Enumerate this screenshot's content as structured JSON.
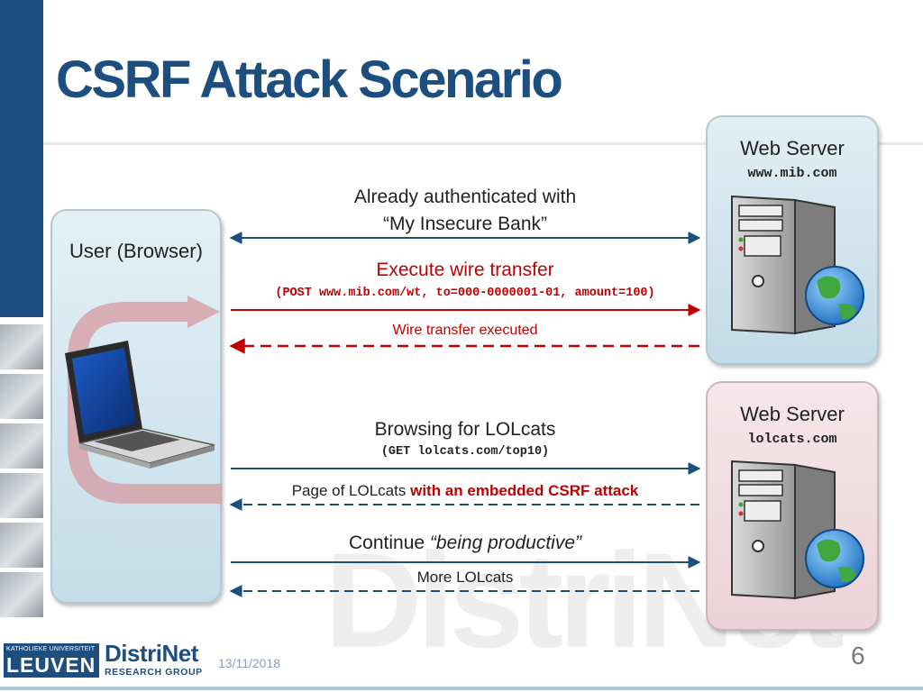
{
  "slide": {
    "title": "CSRF Attack Scenario",
    "date": "13/11/2018",
    "page_number": "6",
    "watermark": "DistriNet"
  },
  "actors": {
    "user": {
      "label": "User (Browser)"
    },
    "server_bank": {
      "title": "Web Server",
      "host": "www.mib.com"
    },
    "server_lolcats": {
      "title": "Web Server",
      "host": "lolcats.com"
    }
  },
  "messages": {
    "auth_line1": "Already authenticated with",
    "auth_line2": "“My Insecure Bank”",
    "transfer": "Execute wire transfer",
    "transfer_detail": "(POST www.mib.com/wt, to=000-0000001-01, amount=100)",
    "transfer_response": "Wire transfer executed",
    "browsing": "Browsing for LOLcats",
    "browsing_detail": "(GET lolcats.com/top10)",
    "page_prefix": "Page of LOLcats ",
    "page_highlight": "with an embedded CSRF attack",
    "continue_prefix": "Continue ",
    "continue_italic": "“being productive”",
    "more": "More LOLcats"
  },
  "logo": {
    "university_top": "KATHOLIEKE UNIVERSITEIT",
    "university": "LEUVEN",
    "group": "DistriNet",
    "group_sub": "RESEARCH GROUP"
  },
  "colors": {
    "brand_blue": "#1c4f80",
    "attack_red": "#c00000",
    "arrow_blue": "#1c4f80"
  },
  "icons": [
    "laptop-icon",
    "server-tower-icon",
    "globe-icon",
    "redirect-arrow-icon"
  ]
}
